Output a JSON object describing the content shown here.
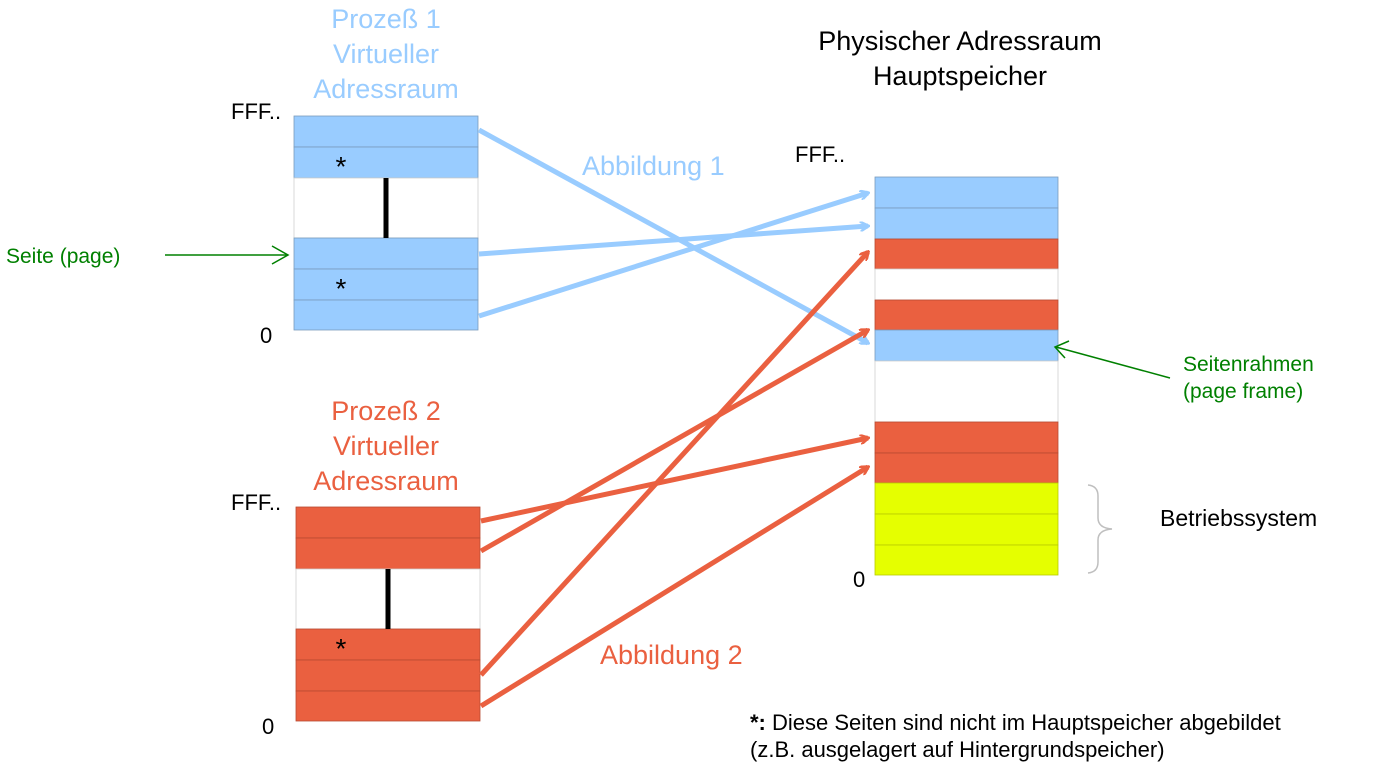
{
  "process1": {
    "title_lines": [
      "Prozeß 1",
      "Virtueller",
      "Adressraum"
    ],
    "top_label": "FFF..",
    "bottom_label": "0",
    "marker": "*"
  },
  "process2": {
    "title_lines": [
      "Prozeß 2",
      "Virtueller",
      "Adressraum"
    ],
    "top_label": "FFF..",
    "bottom_label": "0",
    "marker": "*"
  },
  "physical": {
    "title_lines": [
      "Physischer Adressraum",
      "Hauptspeicher"
    ],
    "top_label": "FFF..",
    "bottom_label": "0"
  },
  "mapping1_label": "Abbildung 1",
  "mapping2_label": "Abbildung 2",
  "page_label": "Seite (page)",
  "frame_label_lines": [
    "Seitenrahmen",
    "(page frame)"
  ],
  "os_label": "Betriebssystem",
  "footnote": {
    "marker": "*:",
    "line1": " Diese Seiten sind nicht im Hauptspeicher abgebildet",
    "line2": "(z.B. ausgelagert auf Hintergrundspeicher)"
  },
  "colors": {
    "process1": "#99ccff",
    "process2": "#ea6040",
    "os": "#e5ff00",
    "annotation": "#008000",
    "text": "#000000"
  }
}
